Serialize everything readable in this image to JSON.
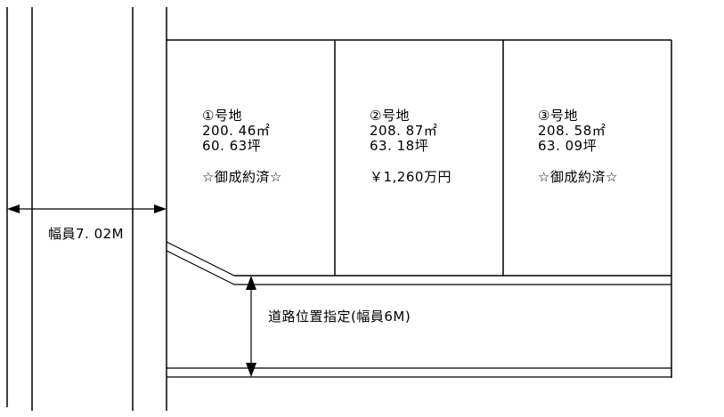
{
  "diagram": {
    "type": "land-subdivision-plan",
    "colors": {
      "line": "#000000",
      "background": "#ffffff"
    },
    "lots": [
      {
        "number_label": "①号地",
        "area_sqm": "200. 46㎡",
        "area_tsubo": "60. 63坪",
        "status": "☆御成約済☆"
      },
      {
        "number_label": "②号地",
        "area_sqm": "208. 87㎡",
        "area_tsubo": "63. 18坪",
        "status": "￥1,260万円"
      },
      {
        "number_label": "③号地",
        "area_sqm": "208. 58㎡",
        "area_tsubo": "63. 09坪",
        "status": "☆御成約済☆"
      }
    ],
    "front_road": {
      "width_label": "幅員7. 02M"
    },
    "private_road": {
      "label": "道路位置指定(幅員6M)"
    }
  }
}
